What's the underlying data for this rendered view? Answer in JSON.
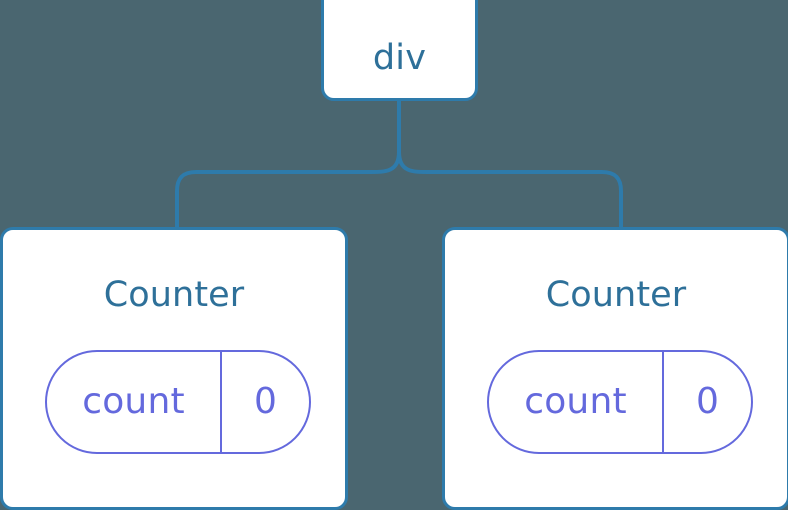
{
  "diagram": {
    "type": "component-tree",
    "background_color": "#4a6670",
    "node_border_color": "#2e7bab",
    "node_fill_color": "#ffffff",
    "connector_color": "#2e7bab",
    "title_text_color": "#2e7099",
    "state_color": "#6469dd",
    "root": {
      "label": "div"
    },
    "children": [
      {
        "title": "Counter",
        "state": {
          "key": "count",
          "value": "0"
        }
      },
      {
        "title": "Counter",
        "state": {
          "key": "count",
          "value": "0"
        }
      }
    ]
  }
}
